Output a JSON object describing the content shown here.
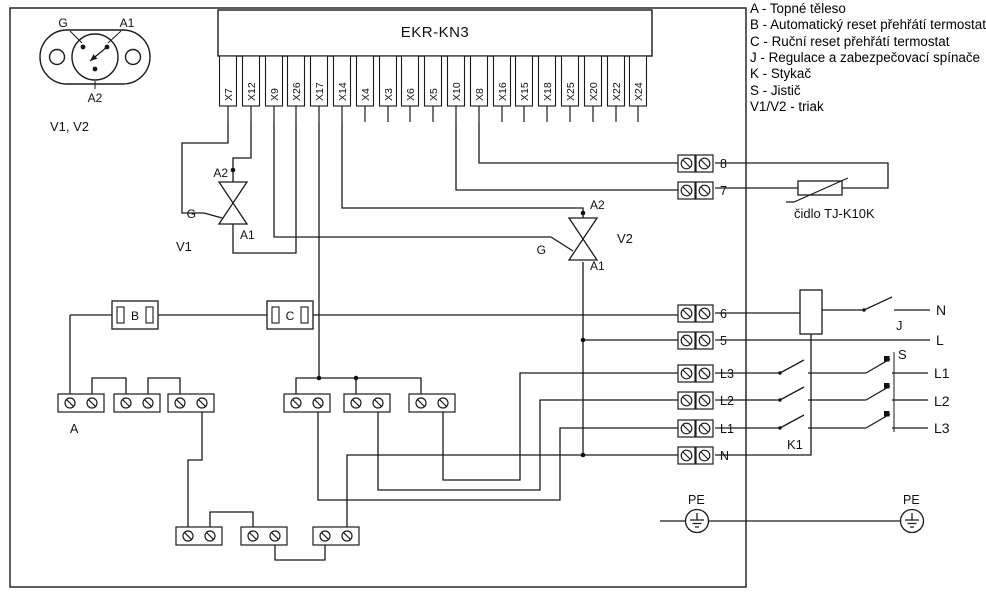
{
  "legend": {
    "items": [
      "A - Topné těleso",
      "B - Automatický reset přehřátí termostat",
      "C - Ruční reset přehřátí termostat",
      "J - Regulace a zabezpečovací spínače",
      "K - Stykač",
      "S - Jistič",
      "V1/V2 - triak"
    ]
  },
  "controller": {
    "title": "EKR-KN3",
    "terminals": [
      "X7",
      "X12",
      "X9",
      "X26",
      "X17",
      "X14",
      "X4",
      "X3",
      "X6",
      "X5",
      "X10",
      "X8",
      "X16",
      "X15",
      "X18",
      "X25",
      "X20",
      "X22",
      "X24"
    ]
  },
  "package": {
    "pin_g": "G",
    "pin_a1": "A1",
    "pin_a2": "A2",
    "caption": "V1, V2"
  },
  "triac_v1": {
    "name": "V1",
    "a2": "A2",
    "a1": "A1",
    "g": "G"
  },
  "triac_v2": {
    "name": "V2",
    "a2": "A2",
    "a1": "A1",
    "g": "G"
  },
  "thermostats": {
    "b": "B",
    "c": "C"
  },
  "heaters": {
    "label": "A"
  },
  "io_terminals": [
    "8",
    "7",
    "6",
    "5",
    "L3",
    "L2",
    "L1",
    "N"
  ],
  "sensor": {
    "label": "čidlo TJ-K10K"
  },
  "right_side": {
    "j": "J",
    "k1": "K1",
    "s": "S",
    "n": "N",
    "l": "L",
    "l1": "L1",
    "l2": "L2",
    "l3": "L3"
  },
  "pe": {
    "label": "PE"
  }
}
